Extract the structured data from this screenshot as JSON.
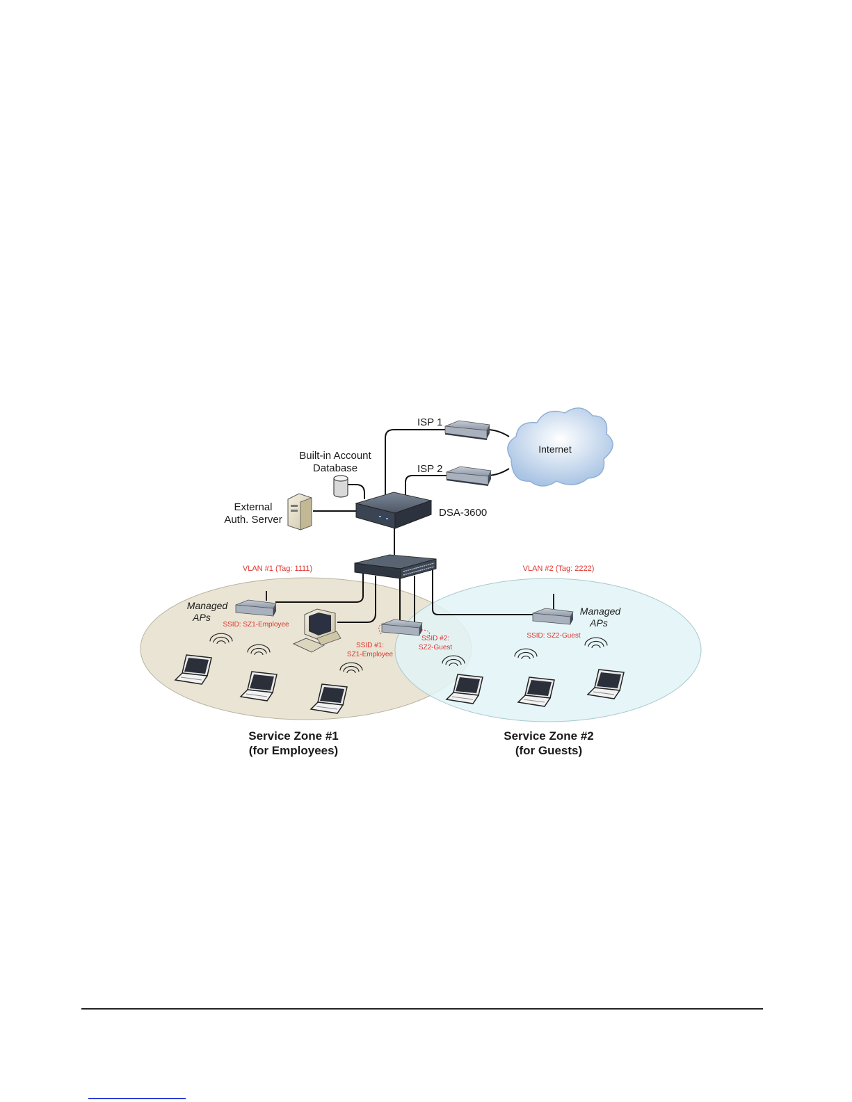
{
  "labels": {
    "isp1": "ISP 1",
    "isp2": "ISP 2",
    "internet": "Internet",
    "builtin_db_line1": "Built-in Account",
    "builtin_db_line2": "Database",
    "ext_auth_line1": "External",
    "ext_auth_line2": "Auth. Server",
    "gateway": "DSA-3600",
    "vlan1": "VLAN #1 (Tag: 1111)",
    "vlan2": "VLAN #2 (Tag: 2222)",
    "managed_aps_left_1": "Managed",
    "managed_aps_left_2": "APs",
    "managed_aps_right_1": "Managed",
    "managed_aps_right_2": "APs",
    "ssid_sz1": "SSID: SZ1-Employee",
    "ssid_sz2": "SSID: SZ2-Guest",
    "ssid1_line1": "SSID #1:",
    "ssid1_line2": "SZ1-Employee",
    "ssid2_line1": "SSID #2:",
    "ssid2_line2": "SZ2-Guest",
    "zone1_line1": "Service Zone #1",
    "zone1_line2": "(for Employees)",
    "zone2_line1": "Service Zone #2",
    "zone2_line2": "(for Guests)"
  },
  "colors": {
    "zone1_fill": "#e9e4d3",
    "zone2_fill": "#e2f3f6",
    "annotation_red": "#e0312b",
    "cloud_blue": "#b7cfe8",
    "device_dark": "#3b4452"
  }
}
